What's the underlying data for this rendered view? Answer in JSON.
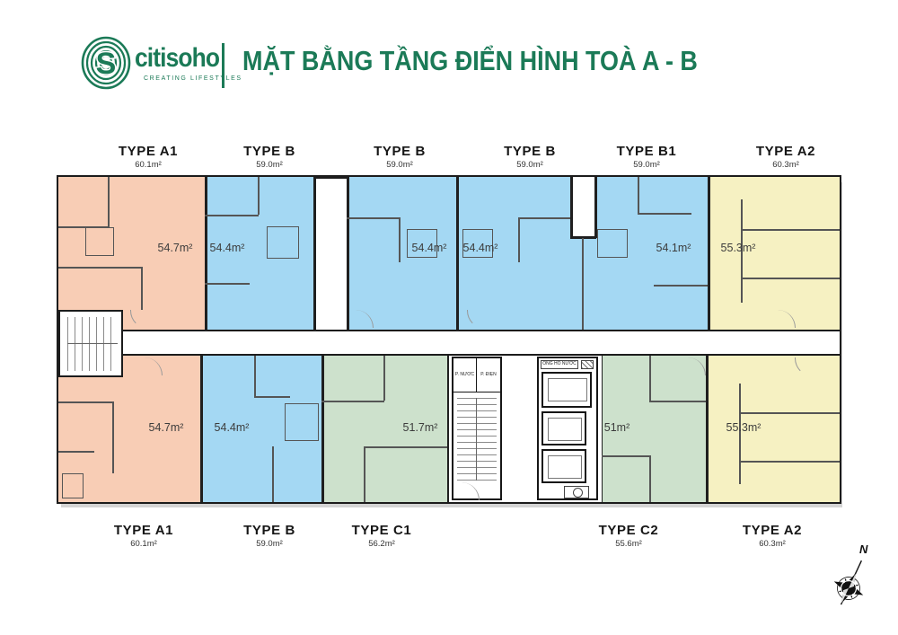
{
  "header": {
    "brand": "citisoho",
    "tagline": "CREATING LIFESTYLES",
    "title": "MẶT BẰNG TẦNG ĐIỂN HÌNH TOÀ A - B"
  },
  "colors": {
    "brand_green": "#1b7a57",
    "type_a_peach": "#f8cdb5",
    "type_b_blue": "#a4d8f3",
    "type_c_green": "#cde1cc",
    "type_a2_yellow": "#f6f1c2"
  },
  "floorplan": {
    "top_units": [
      {
        "type": "TYPE A1",
        "area": "60.1m²",
        "interior_area": "54.7m²"
      },
      {
        "type": "TYPE B",
        "area": "59.0m²",
        "interior_area": "54.4m²"
      },
      {
        "type": "TYPE B",
        "area": "59.0m²",
        "interior_area": "54.4m²"
      },
      {
        "type": "TYPE B",
        "area": "59.0m²",
        "interior_area": "54.4m²"
      },
      {
        "type": "TYPE B1",
        "area": "59.0m²",
        "interior_area": "54.1m²"
      },
      {
        "type": "TYPE A2",
        "area": "60.3m²",
        "interior_area": "55.3m²"
      }
    ],
    "bottom_units": [
      {
        "type": "TYPE A1",
        "area": "60.1m²",
        "interior_area": "54.7m²"
      },
      {
        "type": "TYPE B",
        "area": "59.0m²",
        "interior_area": "54.4m²"
      },
      {
        "type": "TYPE C1",
        "area": "56.2m²",
        "interior_area": "51.7m²"
      },
      {
        "type": "TYPE C2",
        "area": "55.6m²",
        "interior_area": "51m²"
      },
      {
        "type": "TYPE A2",
        "area": "60.3m²",
        "interior_area": "55.3m²"
      }
    ],
    "core": {
      "room_water": "P. NƯỚC",
      "room_electric": "P. ĐIỆN",
      "shaft_label": "ỐNG HỐ NƯỚC"
    },
    "compass_north": "N"
  }
}
